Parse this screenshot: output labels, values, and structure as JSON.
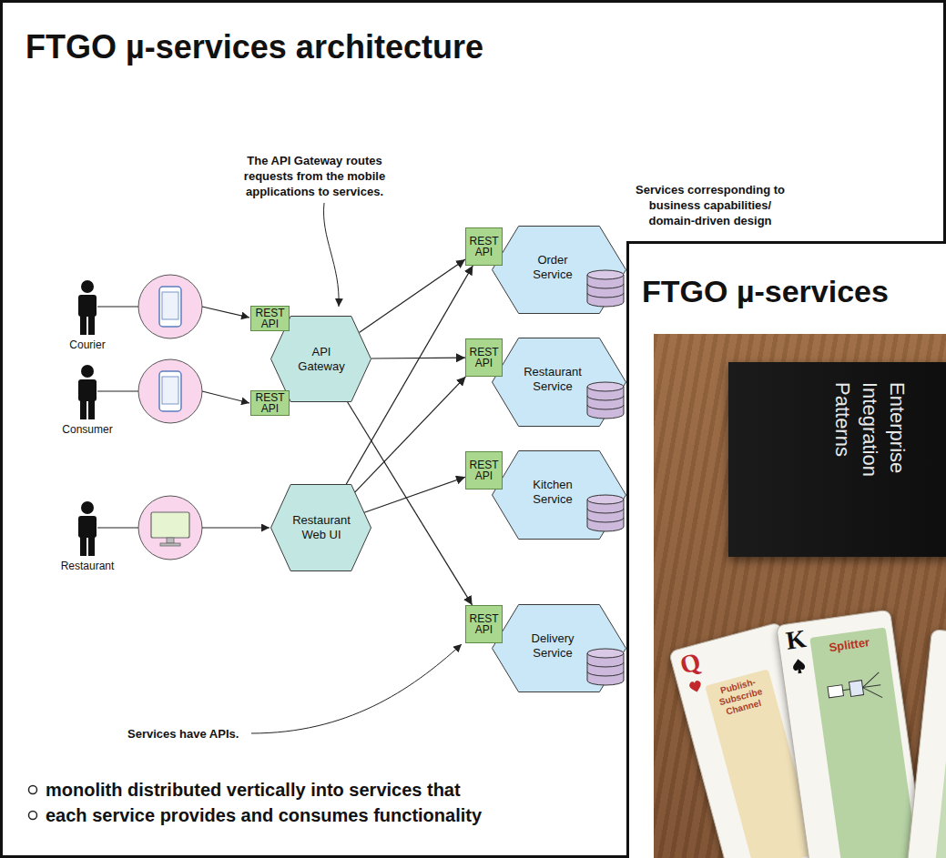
{
  "diagram": {
    "title": "FTGO µ-services architecture",
    "nodes": [
      {
        "text": [
          "REST API"
        ]
      },
      {
        "text": [
          "REST API"
        ]
      },
      {
        "text": [
          "API Gateway"
        ]
      },
      {
        "text": [
          "Restaurant Web UI"
        ]
      },
      {
        "text": [
          "REST API"
        ]
      },
      {
        "text": [
          "Order Service"
        ]
      },
      {
        "text": [
          "REST API"
        ]
      },
      {
        "text": [
          "Restaurant Service"
        ]
      },
      {
        "text": [
          "REST API"
        ]
      },
      {
        "text": [
          "Kitchen Service"
        ]
      },
      {
        "text": [
          "REST API"
        ]
      },
      {
        "text": [
          "Delivery Service"
        ]
      }
    ],
    "edges": [
      {
        "from": 2,
        "to": 4,
        "arrow": "to"
      },
      {
        "from": 2,
        "to": 6,
        "arrow": "to"
      },
      {
        "from": 2,
        "to": 10,
        "arrow": "to"
      },
      {
        "from": 3,
        "to": 4,
        "arrow": "to"
      },
      {
        "from": 3,
        "to": 6,
        "arrow": "to"
      },
      {
        "from": 3,
        "to": 8,
        "arrow": "to"
      }
    ],
    "labels": [
      "The API Gateway routes requests from the mobile applications to services.",
      "Services corresponding to business capabilities/ domain-driven design",
      "Courier",
      "Consumer",
      "Restaurant",
      "Services have APIs.",
      "monolith distributed vertically into services that",
      "each service provides and consumes functionality",
      "FTGO µ-services",
      "Enterprise Integration Patterns",
      "Q",
      "Publish-Subscribe Channel",
      "K",
      "Splitter"
    ]
  }
}
